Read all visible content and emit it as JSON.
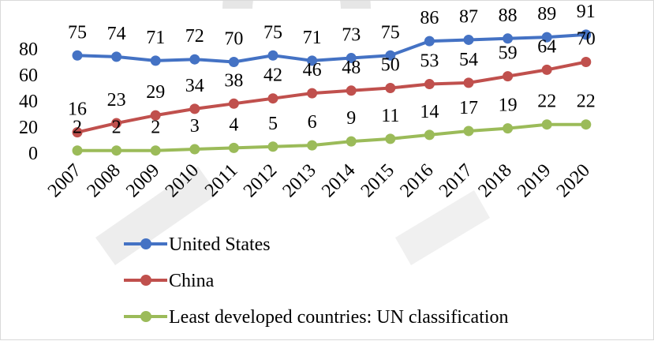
{
  "chart_data": {
    "type": "line",
    "title": "",
    "xlabel": "",
    "ylabel": "",
    "x": [
      "2007",
      "2008",
      "2009",
      "2010",
      "2011",
      "2012",
      "2013",
      "2014",
      "2015",
      "2016",
      "2017",
      "2018",
      "2019",
      "2020"
    ],
    "ylim": [
      0,
      100
    ],
    "yticks": [
      "0",
      "20",
      "40",
      "60",
      "80"
    ],
    "grid": false,
    "legend_position": "bottom",
    "series": [
      {
        "name": "United States",
        "color": "#4472c4",
        "values": [
          75,
          74,
          71,
          72,
          70,
          75,
          71,
          73,
          75,
          86,
          87,
          88,
          89,
          91
        ]
      },
      {
        "name": "China",
        "color": "#c0504d",
        "values": [
          16,
          23,
          29,
          34,
          38,
          42,
          46,
          48,
          50,
          53,
          54,
          59,
          64,
          70
        ]
      },
      {
        "name": "Least developed countries: UN classification",
        "color": "#9bbb59",
        "values": [
          2,
          2,
          2,
          3,
          4,
          5,
          6,
          9,
          11,
          14,
          17,
          19,
          22,
          22
        ]
      }
    ]
  }
}
